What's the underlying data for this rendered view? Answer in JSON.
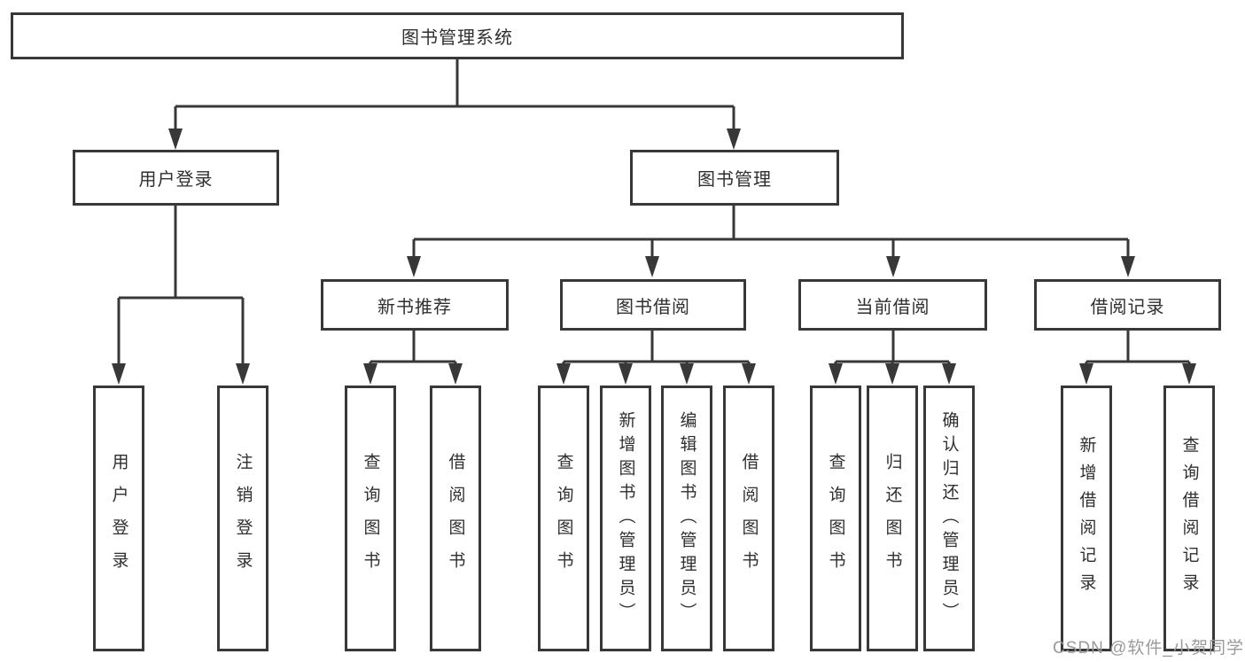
{
  "nodes": {
    "root": {
      "label": "图书管理系统"
    },
    "user_login": {
      "label": "用户登录"
    },
    "book_mgmt": {
      "label": "图书管理"
    },
    "new_book_rec": {
      "label": "新书推荐"
    },
    "book_borrow": {
      "label": "图书借阅"
    },
    "current_borrow": {
      "label": "当前借阅"
    },
    "borrow_record": {
      "label": "借阅记录"
    },
    "leaf_user_login": {
      "label": "用户登录"
    },
    "leaf_logout": {
      "label": "注销登录"
    },
    "leaf_query_book_1": {
      "label": "查询图书"
    },
    "leaf_borrow_book_1": {
      "label": "借阅图书"
    },
    "leaf_query_book_2": {
      "label": "查询图书"
    },
    "leaf_add_book": {
      "label": "新增图书（管理员）"
    },
    "leaf_edit_book": {
      "label": "编辑图书（管理员）"
    },
    "leaf_borrow_book_2": {
      "label": "借阅图书"
    },
    "leaf_query_book_3": {
      "label": "查询图书"
    },
    "leaf_return_book": {
      "label": "归还图书"
    },
    "leaf_confirm_return": {
      "label": "确认归还（管理员）"
    },
    "leaf_add_record": {
      "label": "新增借阅记录"
    },
    "leaf_query_record": {
      "label": "查询借阅记录"
    }
  },
  "hierarchy": {
    "root": [
      "user_login",
      "book_mgmt"
    ],
    "user_login": [
      "leaf_user_login",
      "leaf_logout"
    ],
    "book_mgmt": [
      "new_book_rec",
      "book_borrow",
      "current_borrow",
      "borrow_record"
    ],
    "new_book_rec": [
      "leaf_query_book_1",
      "leaf_borrow_book_1"
    ],
    "book_borrow": [
      "leaf_query_book_2",
      "leaf_add_book",
      "leaf_edit_book",
      "leaf_borrow_book_2"
    ],
    "current_borrow": [
      "leaf_query_book_3",
      "leaf_return_book",
      "leaf_confirm_return"
    ],
    "borrow_record": [
      "leaf_add_record",
      "leaf_query_record"
    ]
  },
  "watermark": {
    "text": "CSDN @软件_小贺同学"
  },
  "colors": {
    "line": "#383838",
    "text": "#2f2f2f",
    "background": "#ffffff",
    "watermark": "#9a9a9a"
  }
}
